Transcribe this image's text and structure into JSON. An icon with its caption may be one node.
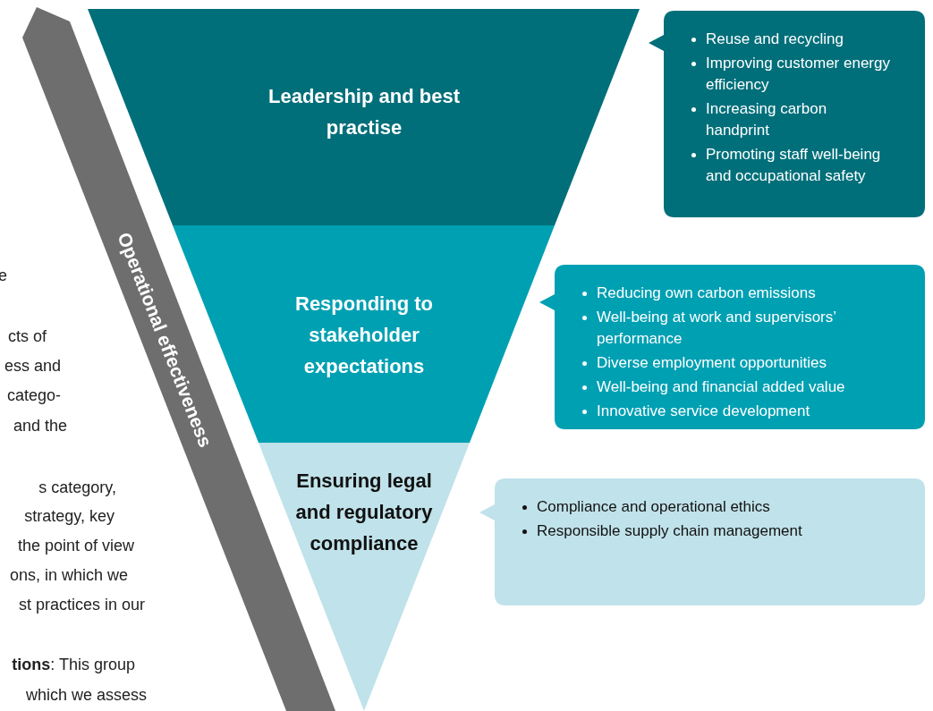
{
  "diagram": {
    "nodes": [
      {
        "text": [
          "Leadership and best practise"
        ]
      },
      {
        "text": [
          "Responding to stakeholder expectations"
        ]
      },
      {
        "text": [
          "Ensuring legal and regulatory compliance"
        ]
      },
      {
        "text": [
          "Reuse and recycling",
          "Improving customer energy efficiency",
          "Increasing carbon handprint",
          "Promoting staff well-being and occupational safety"
        ]
      },
      {
        "text": [
          "Reducing own carbon emissions",
          "Well-being at work and supervisors’ performance",
          "Diverse employment opportunities",
          "Well-being and financial added value",
          "Innovative service development"
        ]
      },
      {
        "text": [
          "Compliance and operational ethics",
          "Responsible supply chain management"
        ]
      },
      {
        "text": [
          "Operational effectiveness"
        ]
      }
    ],
    "labels": [
      "e",
      "cts of",
      "ess and",
      "catego-",
      "and the",
      "s category,",
      "strategy, key",
      "the point of view",
      "ons, in which we",
      "st practices in our",
      "**tions**: This group",
      "which we assess"
    ]
  }
}
